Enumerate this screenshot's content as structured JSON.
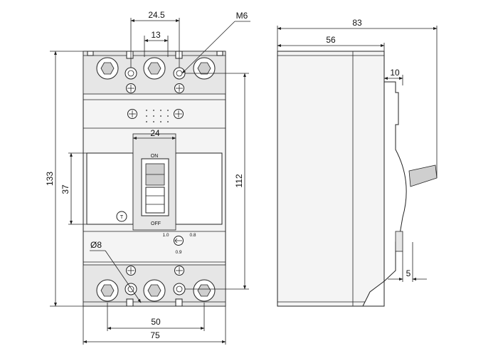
{
  "front_view": {
    "dims": {
      "terminal_pitch": "24.5",
      "hole_spacing": "13",
      "thread": "M6",
      "handle_width": "24",
      "overall_height": "133",
      "mount_height": "112",
      "handle_window": "37",
      "terminal_hole": "Ø8",
      "mount_spacing": "50",
      "overall_width": "75"
    },
    "labels": {
      "on": "ON",
      "off": "OFF",
      "test": "T",
      "dial_left": "1.0",
      "dial_right": "0.8",
      "dial_bottom": "0.9"
    }
  },
  "side_view": {
    "dims": {
      "overall_depth": "83",
      "body_depth": "56",
      "cover_step": "10",
      "base_step": "5"
    }
  }
}
